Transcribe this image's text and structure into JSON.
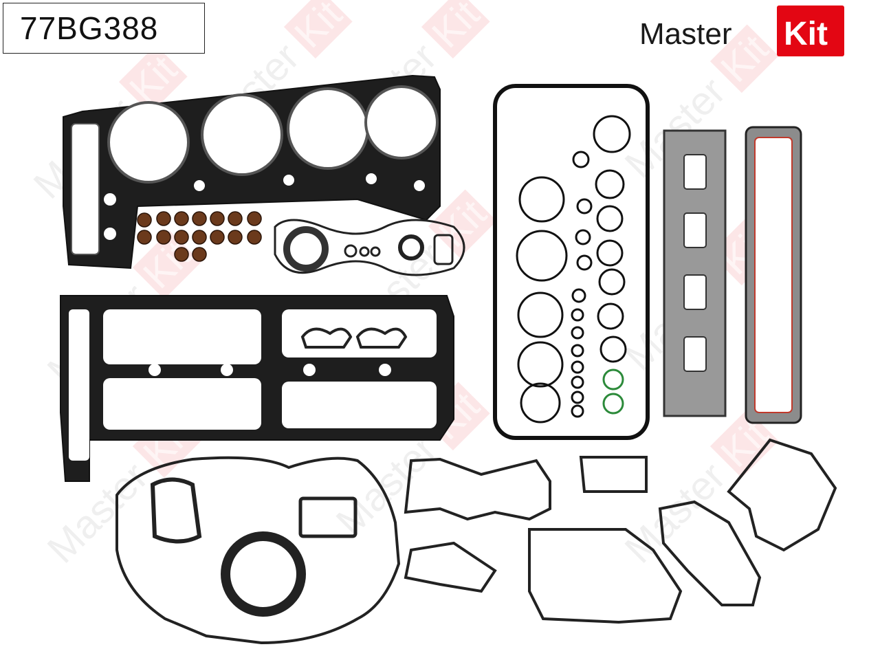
{
  "product": {
    "part_number": "77BG388"
  },
  "brand": {
    "word": "Master",
    "badge": "Kit",
    "accent_color": "#e30613"
  },
  "watermark": {
    "word": "Master",
    "badge": "Kit"
  }
}
